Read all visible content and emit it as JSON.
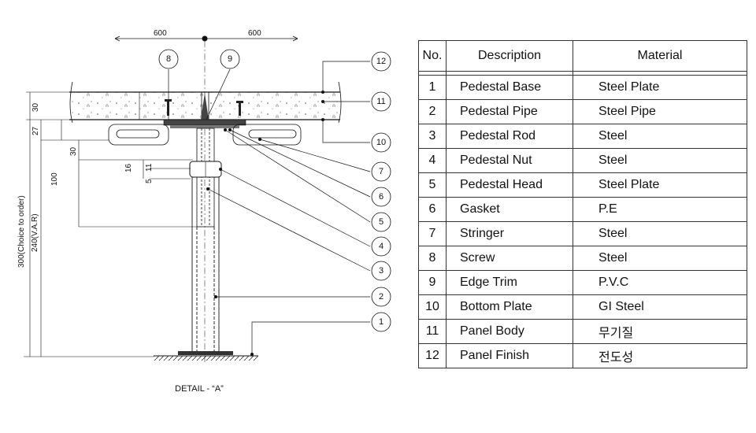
{
  "dimensions": {
    "span_left": "600",
    "span_right": "600",
    "panel_thickness": "30",
    "stringer_height": "27",
    "head_depth": "30",
    "rod_length": "100",
    "nut_16": "16",
    "nut_11": "11",
    "nut_5": "5",
    "total_height": "300(Choice to order)",
    "var_height": "240(V.A.R)"
  },
  "callouts": [
    "1",
    "2",
    "3",
    "4",
    "5",
    "6",
    "7",
    "8",
    "9",
    "10",
    "11",
    "12"
  ],
  "caption": "DETAIL  -  “A”",
  "table": {
    "headers": {
      "no": "No.",
      "description": "Description",
      "material": "Material"
    },
    "rows": [
      {
        "no": "1",
        "description": "Pedestal Base",
        "material": "Steel Plate"
      },
      {
        "no": "2",
        "description": "Pedestal Pipe",
        "material": "Steel Pipe"
      },
      {
        "no": "3",
        "description": "Pedestal Rod",
        "material": "Steel"
      },
      {
        "no": "4",
        "description": "Pedestal Nut",
        "material": "Steel"
      },
      {
        "no": "5",
        "description": "Pedestal Head",
        "material": "Steel Plate"
      },
      {
        "no": "6",
        "description": "Gasket",
        "material": "P.E"
      },
      {
        "no": "7",
        "description": "Stringer",
        "material": "Steel"
      },
      {
        "no": "8",
        "description": "Screw",
        "material": "Steel"
      },
      {
        "no": "9",
        "description": "Edge Trim",
        "material": "P.V.C"
      },
      {
        "no": "10",
        "description": "Bottom Plate",
        "material": "GI Steel"
      },
      {
        "no": "11",
        "description": "Panel Body",
        "material": "무기질"
      },
      {
        "no": "12",
        "description": "Panel Finish",
        "material": "전도성"
      }
    ]
  }
}
